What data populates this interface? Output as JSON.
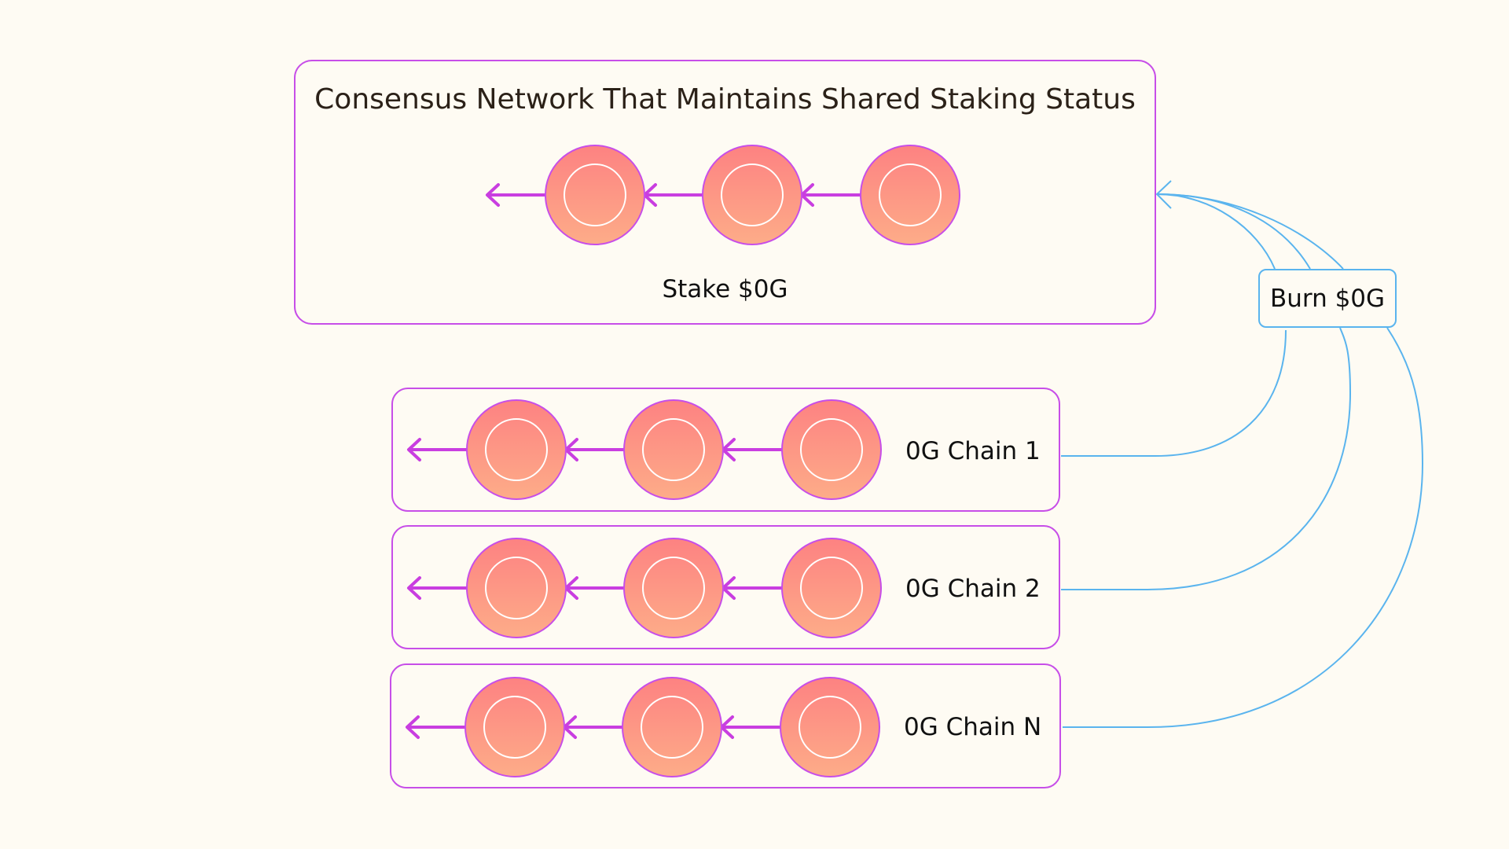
{
  "consensus": {
    "title": "Consensus Network That Maintains Shared Staking Status",
    "stake_label": "Stake $0G"
  },
  "burn_label": "Burn $0G",
  "chains": [
    {
      "label": "0G Chain 1"
    },
    {
      "label": "0G Chain 2"
    },
    {
      "label": "0G Chain N"
    }
  ],
  "colors": {
    "background": "#fefbf3",
    "box_border": "#c74ee8",
    "arrow": "#c93ee0",
    "connector": "#5ab4ee",
    "node_top": "#fd8282",
    "node_bottom": "#fdac88"
  }
}
